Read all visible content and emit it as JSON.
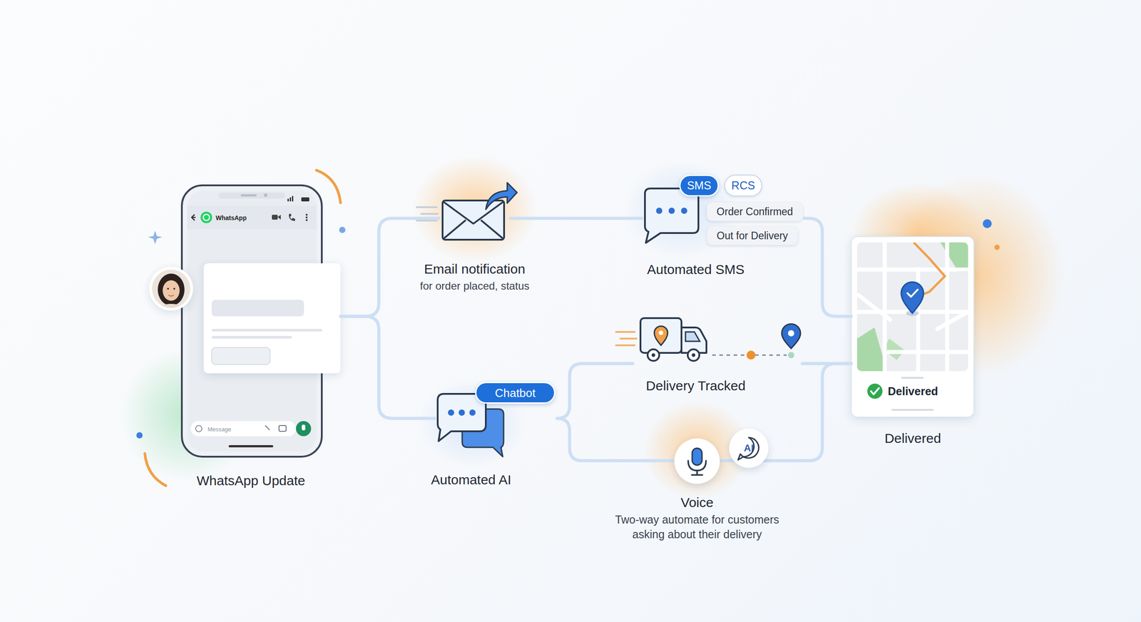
{
  "diagram": {
    "nodes": [
      {
        "text": [
          "WhatsApp Update"
        ]
      },
      {
        "text": [
          "Email notification",
          "for order placed, status"
        ]
      },
      {
        "text": [
          "Automated SMS"
        ]
      },
      {
        "text": [
          "SMS"
        ],
        "in": 2
      },
      {
        "text": [
          "RCS"
        ],
        "in": 2
      },
      {
        "text": [
          "Order Confirmed"
        ],
        "in": 2
      },
      {
        "text": [
          "Out for Delivery"
        ],
        "in": 2
      },
      {
        "text": [
          "Automated AI"
        ]
      },
      {
        "text": [
          "Chatbot"
        ],
        "in": 7
      },
      {
        "text": [
          "Delivery Tracked"
        ]
      },
      {
        "text": [
          "Voice",
          "Two-way automate for customers asking about their delivery"
        ]
      },
      {
        "text": [
          "AI"
        ]
      },
      {
        "text": [
          "Delivered",
          "Delivered"
        ]
      }
    ],
    "edges": [
      {
        "from": 0,
        "to": 1,
        "arrow": "none"
      },
      {
        "from": 0,
        "to": 7,
        "arrow": "none"
      },
      {
        "from": 1,
        "to": 2,
        "arrow": "none"
      },
      {
        "from": 2,
        "to": 12,
        "arrow": "none"
      },
      {
        "from": 7,
        "to": 9,
        "arrow": "none"
      },
      {
        "from": 7,
        "to": 10,
        "arrow": "none"
      },
      {
        "from": 9,
        "to": 12,
        "arrow": "none"
      },
      {
        "from": 10,
        "to": 12,
        "arrow": "none"
      }
    ],
    "labels": [
      "WhatsApp",
      "Message"
    ]
  }
}
